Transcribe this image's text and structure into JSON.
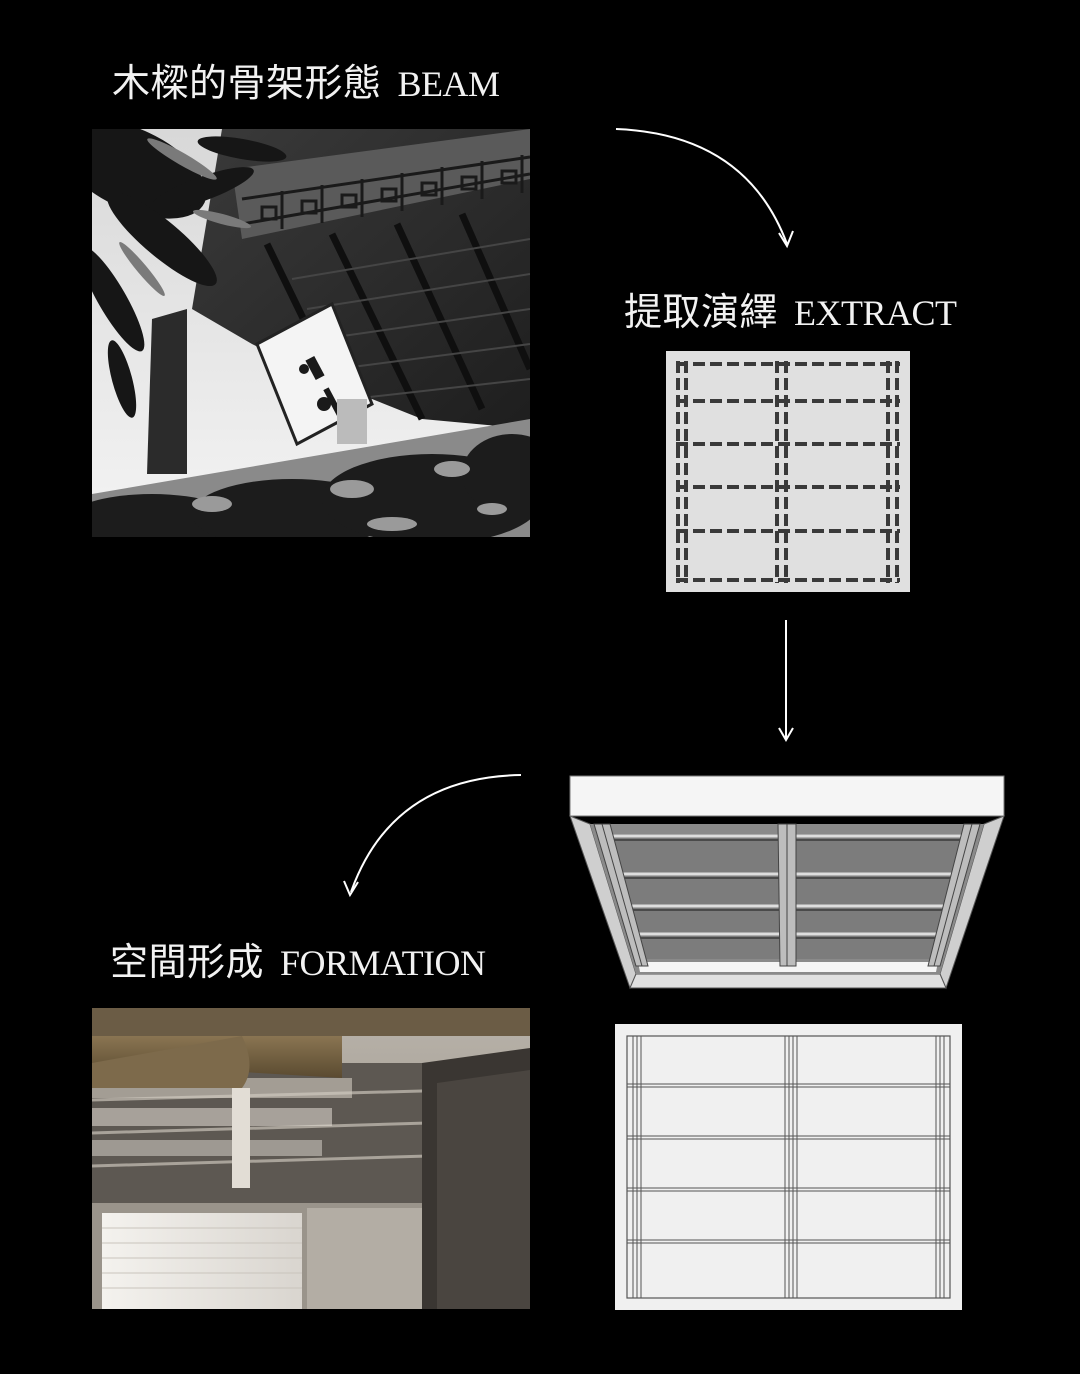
{
  "steps": {
    "beam": {
      "zh": "木樑的骨架形態",
      "en": "BEAM"
    },
    "extract": {
      "zh": "提取演繹",
      "en": "EXTRACT"
    },
    "formation": {
      "zh": "空間形成",
      "en": "FORMATION"
    }
  },
  "colors": {
    "background": "#000000",
    "text": "#f2f2f2",
    "arrow": "#ffffff",
    "plan_fill": "#e0e0e0",
    "dash": "#3a3a3a"
  },
  "icons": {
    "arrow": "curved-arrow-icon",
    "straight": "down-arrow-icon"
  }
}
